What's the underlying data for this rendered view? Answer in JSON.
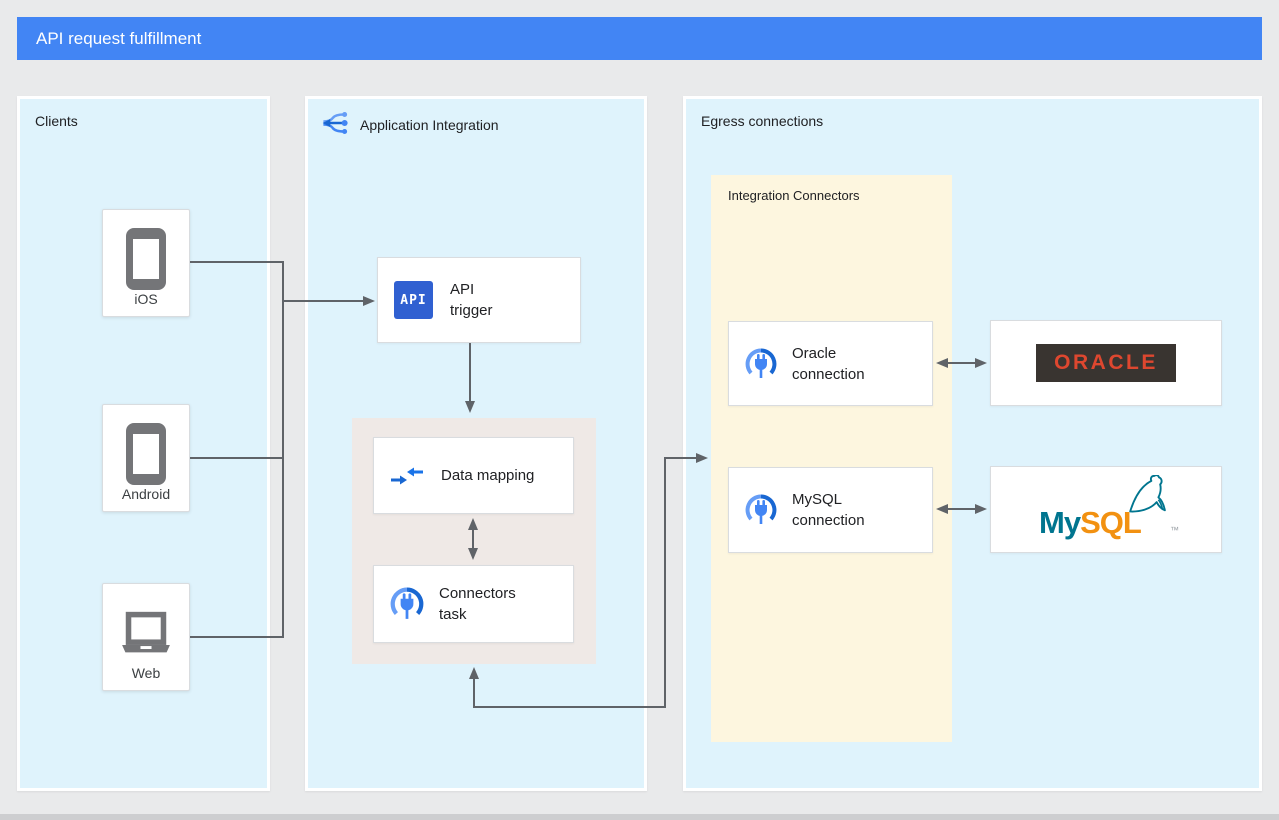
{
  "header": {
    "title": "API request fulfillment"
  },
  "clients_panel": {
    "title": "Clients",
    "items": [
      {
        "label": "iOS",
        "icon": "phone-icon"
      },
      {
        "label": "Android",
        "icon": "phone-icon"
      },
      {
        "label": "Web",
        "icon": "laptop-icon"
      }
    ]
  },
  "integration_panel": {
    "title": "Application Integration",
    "icon": "application-integration-icon",
    "api_trigger": {
      "badge": "API",
      "line1": "API",
      "line2": "trigger"
    },
    "data_mapping": {
      "label": "Data mapping",
      "icon": "data-mapping-icon"
    },
    "connectors_task": {
      "line1": "Connectors",
      "line2": "task",
      "icon": "connectors-plug-icon"
    }
  },
  "egress_panel": {
    "title": "Egress connections",
    "integration_connectors": {
      "title": "Integration Connectors",
      "oracle_connection": {
        "line1": "Oracle",
        "line2": "connection",
        "icon": "connectors-plug-icon"
      },
      "mysql_connection": {
        "line1": "MySQL",
        "line2": "connection",
        "icon": "connectors-plug-icon"
      }
    },
    "oracle_logo": {
      "text": "ORACLE"
    },
    "mysql_logo": {
      "my": "My",
      "sql": "SQL",
      "tm": "™"
    }
  },
  "colors": {
    "header_blue": "#4285f4",
    "panel_blue": "#dff3fc",
    "connectors_yellow": "#fdf6df",
    "tasks_beige": "#efe9e6",
    "line_gray": "#5f6368",
    "api_badge_blue": "#3060d1",
    "oracle_red": "#de472f",
    "oracle_dark": "#393430",
    "mysql_teal": "#00758f",
    "mysql_orange": "#f29111"
  }
}
